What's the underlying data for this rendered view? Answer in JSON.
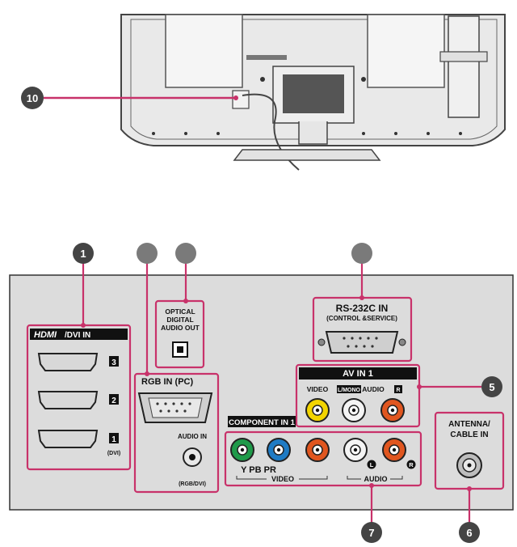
{
  "callouts": {
    "c10": "10",
    "c1": "1",
    "c2": "",
    "c3": "",
    "c4": "",
    "c5": "5",
    "c6": "6",
    "c7": "7"
  },
  "labels": {
    "hdmi_logo": "HDMI",
    "hdmi_dvi_in": "/DVI IN",
    "hdmi_port_3": "3",
    "hdmi_port_2": "2",
    "hdmi_port_1": "1",
    "hdmi_dvi_note": "(DVI)",
    "optical_line1": "OPTICAL",
    "optical_line2": "DIGITAL",
    "optical_line3": "AUDIO OUT",
    "rgb_in_pc": "RGB IN (PC)",
    "audio_in": "AUDIO IN",
    "rgb_dvi": "(RGB/DVI)",
    "rs232c_in": "RS-232C IN",
    "control_service": "(CONTROL &SERVICE)",
    "av_in_1": "AV IN 1",
    "av_video": "VIDEO",
    "av_mono": "L/MONO",
    "av_audio": "AUDIO",
    "av_r": "R",
    "component_in_1": "COMPONENT IN 1",
    "comp_ypbpr": "Y  PB PR",
    "comp_video": "VIDEO",
    "comp_audio": "AUDIO",
    "comp_l": "L",
    "comp_r": "R",
    "antenna_line1": "ANTENNA/",
    "antenna_line2": "CABLE IN"
  },
  "colors": {
    "callout_line": "#c8326a",
    "badge": "#444444",
    "badge_grey": "#7a7a7a",
    "panel": "#dcdcdc",
    "rca_yellow": "#f2d400",
    "rca_red": "#e0561f",
    "rca_green": "#1f9a4a",
    "rca_blue": "#1e7bc4",
    "rca_white": "#f4f4f4"
  }
}
